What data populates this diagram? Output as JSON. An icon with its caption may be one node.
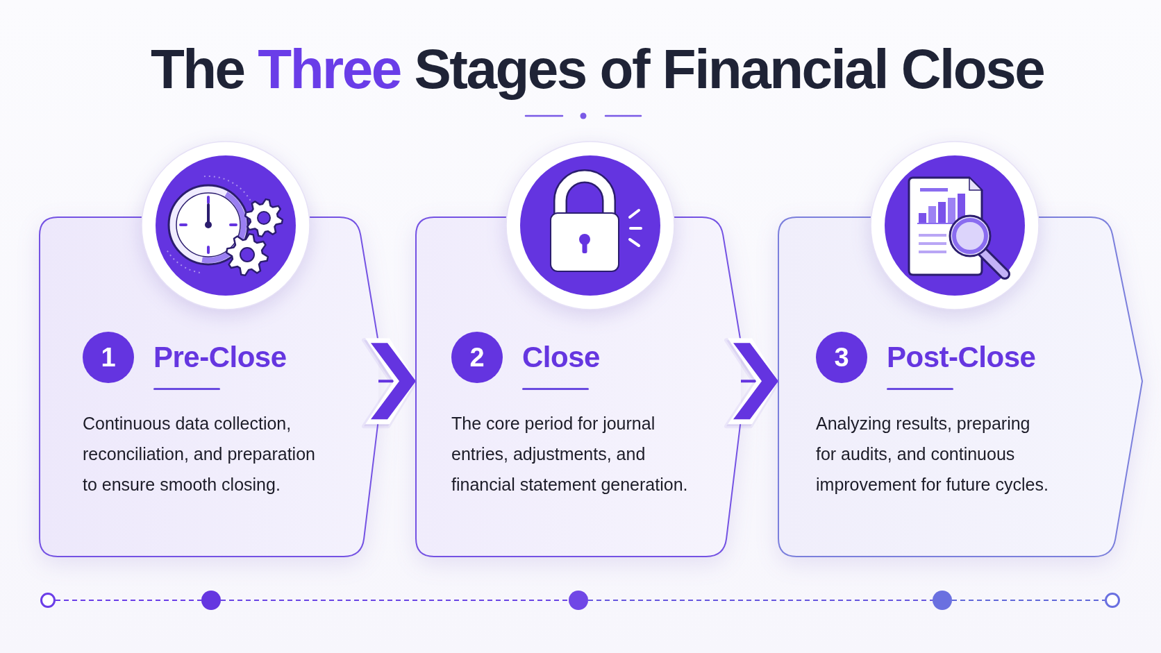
{
  "diagram": {
    "title": "The Three Stages of Financial Close",
    "nodes": [
      {
        "text": [
          "Pre-Close",
          "Continuous data collection, reconciliation, and preparation to ensure smooth closing."
        ]
      },
      {
        "text": [
          "1"
        ],
        "in": 0
      },
      {
        "text": [
          "Close",
          "The core period for journal entries, adjustments, and financial statement generation."
        ]
      },
      {
        "text": [
          "2"
        ],
        "in": 2
      },
      {
        "text": [
          "Post-Close",
          "Analyzing results, preparing for audits, and continuous improvement for future cycles."
        ]
      },
      {
        "text": [
          "3"
        ],
        "in": 4
      },
      {
        "text": [],
        "shape": "circle"
      },
      {
        "text": [],
        "shape": "circle"
      },
      {
        "text": [],
        "shape": "circle"
      },
      {
        "text": [],
        "shape": "circle"
      },
      {
        "text": [],
        "shape": "circle"
      }
    ],
    "edges": [
      {
        "from": 0,
        "to": 2,
        "arrow": "to"
      },
      {
        "from": 2,
        "to": 4,
        "arrow": "to"
      },
      {
        "from": 6,
        "to": 7,
        "arrow": "none",
        "style": "dashed"
      },
      {
        "from": 7,
        "to": 8,
        "arrow": "none",
        "style": "dashed"
      },
      {
        "from": 8,
        "to": 9,
        "arrow": "none",
        "style": "dashed"
      },
      {
        "from": 9,
        "to": 10,
        "arrow": "none",
        "style": "dashed"
      }
    ]
  }
}
